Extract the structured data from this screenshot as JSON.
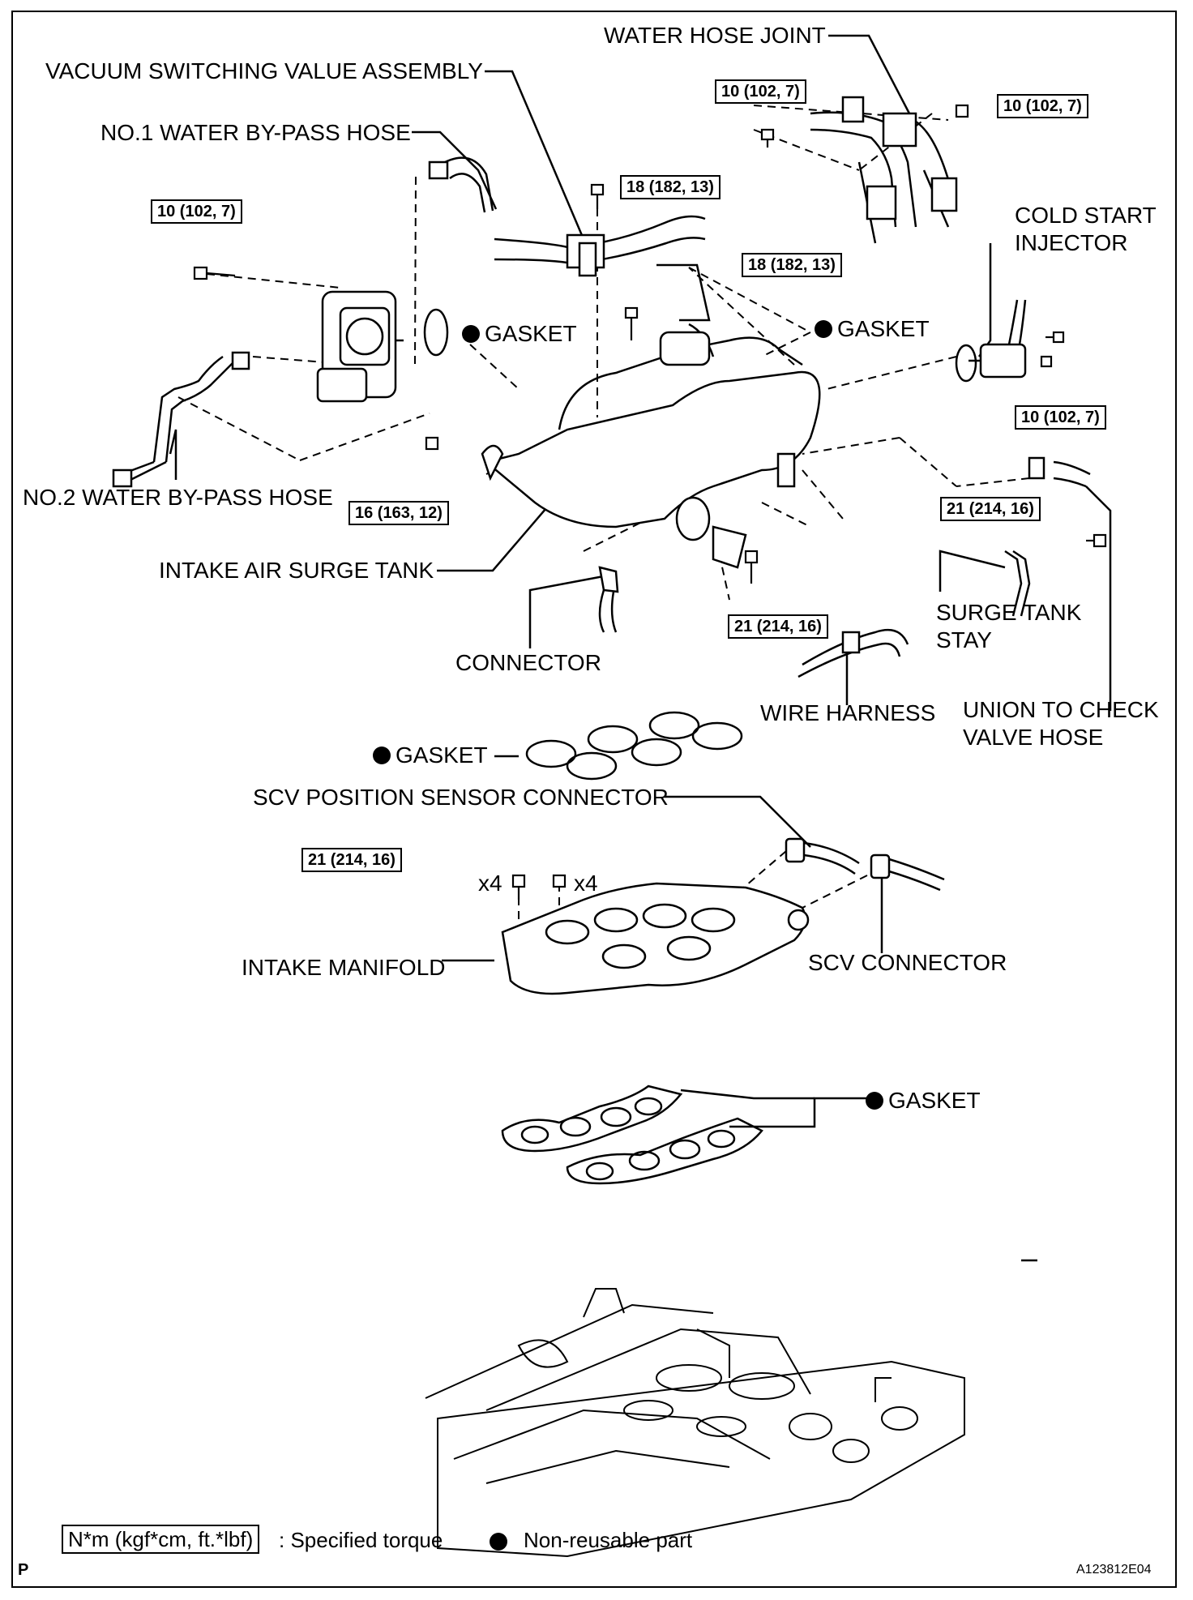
{
  "labels": {
    "water_hose_joint": "WATER HOSE JOINT",
    "vacuum_switching": "VACUUM SWITCHING VALUE ASSEMBLY",
    "no1_hose": "NO.1 WATER BY-PASS HOSE",
    "gasket": "GASKET",
    "cold_start_1": "COLD START",
    "cold_start_2": "INJECTOR",
    "no2_hose": "NO.2 WATER BY-PASS HOSE",
    "intake_air_surge": "INTAKE AIR SURGE TANK",
    "connector": "CONNECTOR",
    "wire_harness": "WIRE HARNESS",
    "surge_stay_1": "SURGE TANK",
    "surge_stay_2": "STAY",
    "union_1": "UNION TO CHECK",
    "union_2": "VALVE HOSE",
    "scv_pos_sensor": "SCV POSITION SENSOR CONNECTOR",
    "x4": "x4",
    "intake_manifold": "INTAKE MANIFOLD",
    "scv_connector": "SCV CONNECTOR"
  },
  "torques": {
    "t10": "10 (102, 7)",
    "t18": "18 (182, 13)",
    "t16": "16 (163, 12)",
    "t21": "21 (214, 16)"
  },
  "legend": {
    "unit": "N*m (kgf*cm, ft.*lbf)",
    "specified": ": Specified torque",
    "nonreusable": "Non-reusable part"
  },
  "corner": {
    "left": "P",
    "code": "A123812E04"
  }
}
